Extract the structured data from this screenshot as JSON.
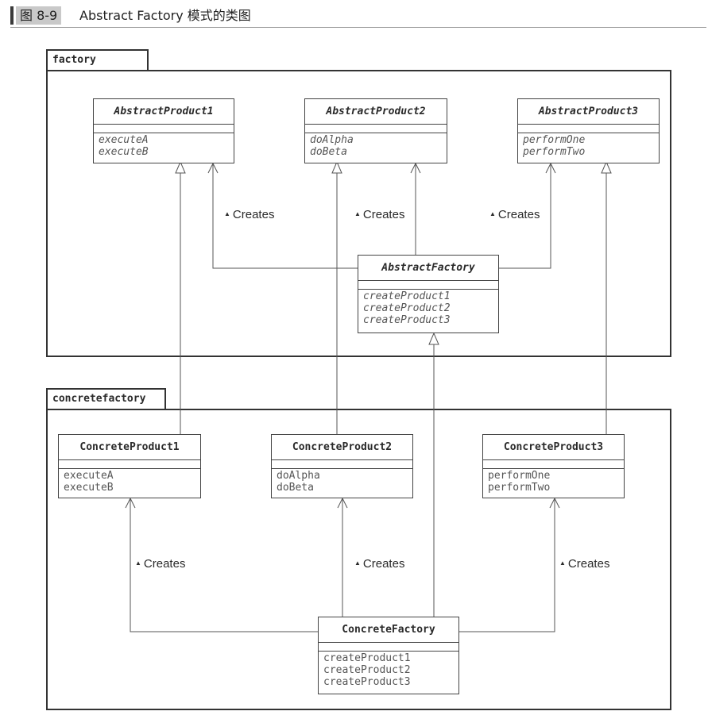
{
  "figure": {
    "number": "图 8-9",
    "title": "Abstract Factory 模式的类图"
  },
  "packages": {
    "factory": {
      "name": "factory"
    },
    "concretefactory": {
      "name": "concretefactory"
    }
  },
  "classes": {
    "abstract_product1": {
      "name": "AbstractProduct1",
      "operations": [
        "executeA",
        "executeB"
      ]
    },
    "abstract_product2": {
      "name": "AbstractProduct2",
      "operations": [
        "doAlpha",
        "doBeta"
      ]
    },
    "abstract_product3": {
      "name": "AbstractProduct3",
      "operations": [
        "performOne",
        "performTwo"
      ]
    },
    "abstract_factory": {
      "name": "AbstractFactory",
      "operations": [
        "createProduct1",
        "createProduct2",
        "createProduct3"
      ]
    },
    "concrete_product1": {
      "name": "ConcreteProduct1",
      "operations": [
        "executeA",
        "executeB"
      ]
    },
    "concrete_product2": {
      "name": "ConcreteProduct2",
      "operations": [
        "doAlpha",
        "doBeta"
      ]
    },
    "concrete_product3": {
      "name": "ConcreteProduct3",
      "operations": [
        "performOne",
        "performTwo"
      ]
    },
    "concrete_factory": {
      "name": "ConcreteFactory",
      "operations": [
        "createProduct1",
        "createProduct2",
        "createProduct3"
      ]
    }
  },
  "relations": {
    "creates_label": "Creates"
  }
}
